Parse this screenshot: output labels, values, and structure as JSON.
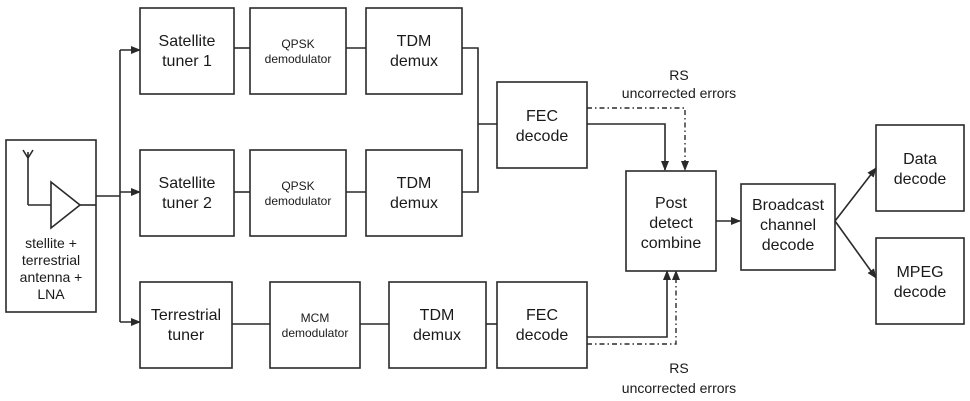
{
  "blocks": {
    "antenna": [
      "stellite +",
      "terrestrial",
      "antenna +",
      "LNA"
    ],
    "sat_tuner_1": [
      "Satellite",
      "tuner 1"
    ],
    "qpsk_demod_1": [
      "QPSK",
      "demodulator"
    ],
    "tdm_demux_1": [
      "TDM",
      "demux"
    ],
    "fec_decode_sat": [
      "FEC",
      "decode"
    ],
    "sat_tuner_2": [
      "Satellite",
      "tuner 2"
    ],
    "qpsk_demod_2": [
      "QPSK",
      "demodulator"
    ],
    "tdm_demux_2": [
      "TDM",
      "demux"
    ],
    "terrestrial_tuner": [
      "Terrestrial",
      "tuner"
    ],
    "mcm_demod": [
      "MCM",
      "demodulator"
    ],
    "tdm_demux_3": [
      "TDM",
      "demux"
    ],
    "fec_decode_terr": [
      "FEC",
      "decode"
    ],
    "post_detect": [
      "Post",
      "detect",
      "combine"
    ],
    "broadcast_decode": [
      "Broadcast",
      "channel",
      "decode"
    ],
    "data_decode": [
      "Data",
      "decode"
    ],
    "mpeg_decode": [
      "MPEG",
      "decode"
    ]
  },
  "annotations": {
    "rs_top": [
      "RS",
      "uncorrected errors"
    ],
    "rs_bottom": [
      "RS",
      "uncorrected errors"
    ]
  }
}
